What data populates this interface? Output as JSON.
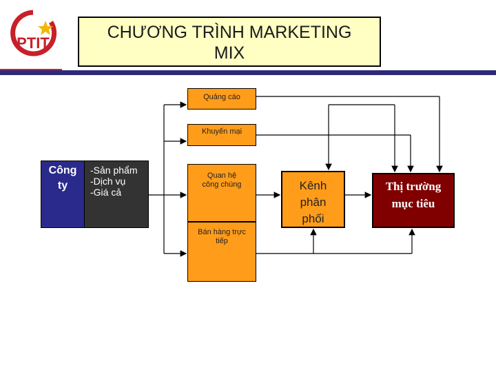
{
  "logo": {
    "text": "PTIT"
  },
  "title": {
    "line1": "CHƯƠNG TRÌNH MARKETING",
    "line2": "MIX"
  },
  "company": {
    "line1": "Công",
    "line2": "ty"
  },
  "offerings": [
    "-Sản phẩm",
    "-Dịch vụ",
    "-Giá cả"
  ],
  "tools": {
    "advertising": "Quảng cáo",
    "promotion": "Khuyến mại",
    "pr_line1": "Quan hệ",
    "pr_line2": "công chúng",
    "direct_line1": "Bán hàng trực",
    "direct_line2": "tiếp"
  },
  "channel": {
    "line1": "Kênh",
    "line2": "phân",
    "line3": "phối"
  },
  "market": {
    "line1": "Thị trường",
    "line2": "mục tiêu"
  },
  "colors": {
    "title_bg": "#ffffc4",
    "tool_box": "#ff9c1a",
    "company_box": "#2a2a8c",
    "offerings_box": "#333333",
    "market_box": "#800000",
    "header_rule": "#2e2a78",
    "logo_red": "#c8202a"
  }
}
